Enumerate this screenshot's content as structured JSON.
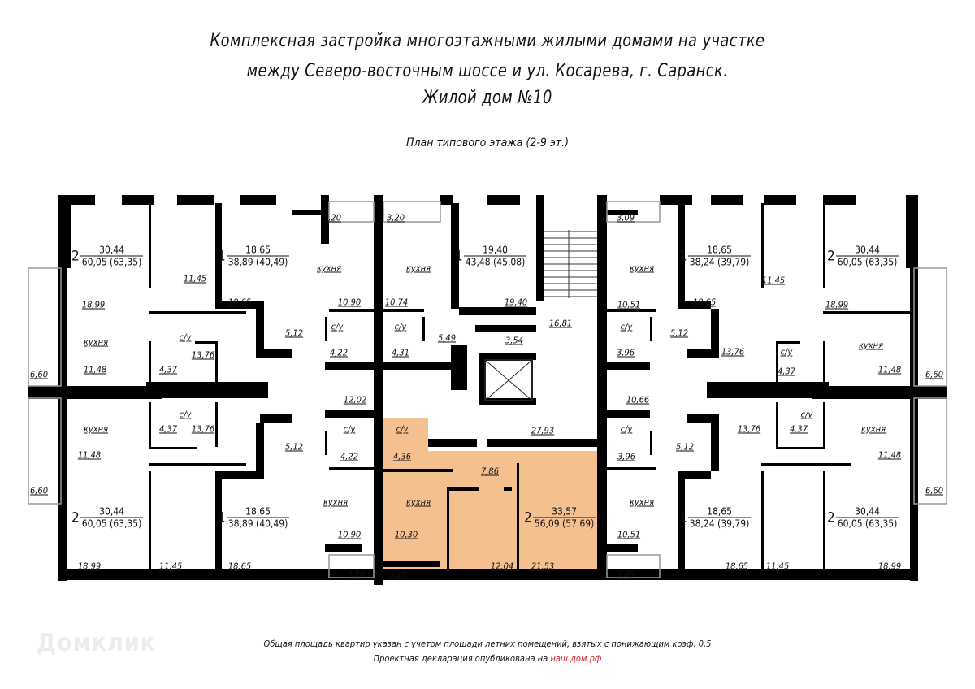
{
  "title": {
    "line1": "Комплексная застройка многоэтажными жилыми домами на участке",
    "line2": "между Северо-восточным шоссе и ул. Косарева, г. Саранск.",
    "line3": "Жилой дом №10"
  },
  "subtitle": "План типового этажа (2-9 эт.)",
  "highlight_color": "#f4c08f",
  "wall_color": "#000000",
  "apartments": [
    {
      "rooms": "2",
      "living": "30,44",
      "total": "60,05 (63,35)"
    },
    {
      "rooms": "1",
      "living": "18,65",
      "total": "38,89 (40,49)"
    },
    {
      "rooms": "1",
      "living": "19,40",
      "total": "43,48 (45,08)"
    },
    {
      "rooms": "1",
      "living": "18,65",
      "total": "38,24 (39,79)"
    },
    {
      "rooms": "2",
      "living": "30,44",
      "total": "60,05 (63,35)"
    },
    {
      "rooms": "2",
      "living": "30,44",
      "total": "60,05 (63,35)"
    },
    {
      "rooms": "1",
      "living": "18,65",
      "total": "38,89 (40,49)"
    },
    {
      "rooms": "2",
      "living": "33,57",
      "total": "56,09 (57,69)",
      "highlighted": true
    },
    {
      "rooms": "1",
      "living": "18,65",
      "total": "38,24 (39,79)"
    },
    {
      "rooms": "2",
      "living": "30,44",
      "total": "60,05 (63,35)"
    }
  ],
  "room_labels": [
    "3,20",
    "3,20",
    "3,09",
    "11,45",
    "18,99",
    "18,65",
    "кухня",
    "10,90",
    "кухня",
    "10,74",
    "19,40",
    "10,51",
    "кухня",
    "18,65",
    "11,45",
    "18,99",
    "16,81",
    "5,12",
    "с/у",
    "4,22",
    "с/у",
    "4,31",
    "5,49",
    "3,54",
    "с/у",
    "3,96",
    "5,12",
    "кухня",
    "11,48",
    "с/у",
    "4,37",
    "13,76",
    "13,76",
    "с/у",
    "4,37",
    "кухня",
    "11,48",
    "6,60",
    "6,60",
    "12,02",
    "10,66",
    "27,93",
    "кухня",
    "с/у",
    "4,37",
    "13,76",
    "5,12",
    "с/у",
    "4,22",
    "с/у",
    "4,36",
    "7,86",
    "11,48",
    "6,60",
    "кухня",
    "10,90",
    "кухня",
    "10,30",
    "с/у",
    "3,96",
    "5,12",
    "кухня",
    "10,51",
    "13,76",
    "с/у",
    "4,37",
    "кухня",
    "11,48",
    "6,60",
    "18,99",
    "11,45",
    "18,65",
    "3,20",
    "3,20",
    "12,04",
    "21,53",
    "3,09",
    "18,65",
    "11,45",
    "18,99"
  ],
  "footer": {
    "note": "Общая площадь квартир указан с учетом площади летних помещений, взятых с понижающим коэф. 0,5",
    "declaration": "Проектная декларация опубликована на",
    "link": "наш.дом.рф"
  },
  "watermark": "Домклик"
}
